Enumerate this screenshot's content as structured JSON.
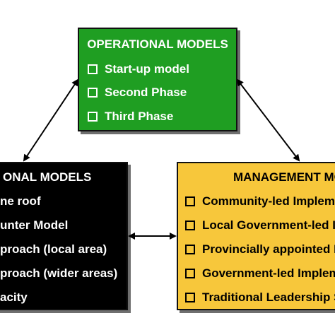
{
  "operational": {
    "title": "OPERATIONAL MODELS",
    "items": [
      "Start-up model",
      "Second Phase",
      "Third Phase"
    ]
  },
  "institutional": {
    "title": "ONAL MODELS",
    "items": [
      "ne roof",
      "unter Model",
      "proach (local area)",
      "proach (wider areas)",
      "acity"
    ]
  },
  "management": {
    "title": "MANAGEMENT MO",
    "items": [
      "Community-led Impleme",
      "Local Government-led In",
      "Provincially appointed M",
      "Government-led Implem",
      "Traditional Leadership S"
    ]
  },
  "colors": {
    "operational_bg": "#1f9e22",
    "institutional_bg": "#000000",
    "management_bg": "#f7c73b"
  }
}
